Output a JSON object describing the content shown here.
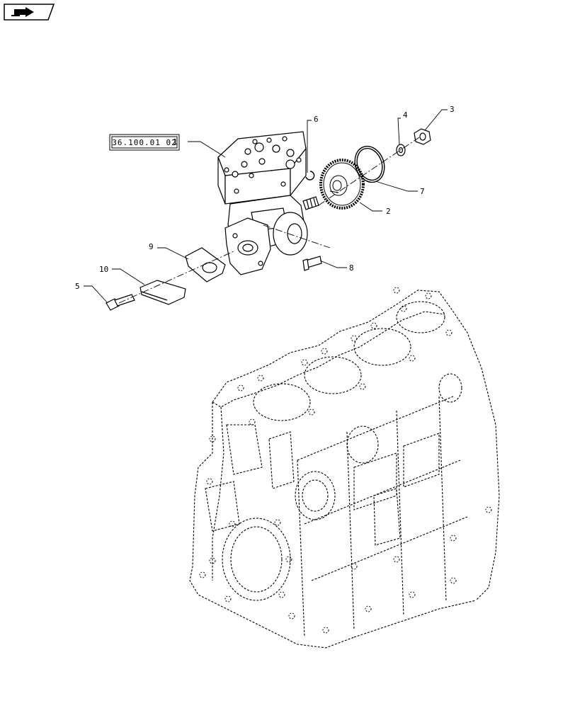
{
  "nav": {
    "icon": "navigation-arrow-icon"
  },
  "reference_box": {
    "text": "36.100.01 02"
  },
  "callouts": {
    "c1": "1",
    "c2": "2",
    "c3": "3",
    "c4": "4",
    "c5": "5",
    "c6": "6",
    "c7": "7",
    "c8": "8",
    "c9": "9",
    "c10": "10"
  },
  "colors": {
    "line": "#000000",
    "background": "#ffffff"
  }
}
